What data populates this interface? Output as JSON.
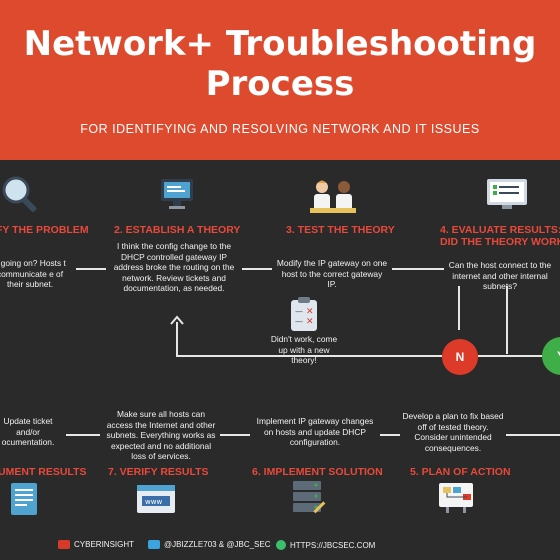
{
  "header": {
    "title_line1": "Network+ Troubleshooting",
    "title_line2": "Process",
    "subtitle": "FOR IDENTIFYING AND RESOLVING NETWORK AND IT ISSUES"
  },
  "steps_top": [
    {
      "title": "FY THE PROBLEM",
      "desc": "s going on? Hosts t communicate e of their subnet."
    },
    {
      "title": "2. ESTABLISH A THEORY",
      "desc": "I think the config change to the DHCP controlled gateway IP address broke the routing on the network. Review tickets and documentation, as needed."
    },
    {
      "title": "3. TEST THE THEORY",
      "desc": "Modify the IP gateway on one host to the correct gateway IP."
    },
    {
      "title_line1": "4. EVALUATE RESULTS:",
      "title_line2": "DID THE THEORY WORK?",
      "desc": "Can the host connect to the internet and other internal subnets?"
    }
  ],
  "steps_bottom": [
    {
      "title": "UMENT RESULTS",
      "desc": "Update ticket and/or ocumentation."
    },
    {
      "title": "7. VERIFY RESULTS",
      "desc": "Make sure all hosts can access the Internet and other subnets. Everything works as expected and no additional loss of services."
    },
    {
      "title": "6. IMPLEMENT SOLUTION",
      "desc": "Implement IP gateway changes on hosts and update DHCP configuration."
    },
    {
      "title": "5. PLAN OF ACTION",
      "desc": "Develop a plan to fix based off of tested theory. Consider unintended consequences."
    }
  ],
  "decision": {
    "no_label": "N",
    "yes_label": "Y",
    "no_note": "Didn't work, come up with a new theory!"
  },
  "footer": {
    "youtube": "CYBERINSIGHT",
    "twitter": "@JBIZZLE703 & @JBC_SEC",
    "website": "HTTPS://JBCSEC.COM"
  },
  "colors": {
    "header_bg": "#de4a2e",
    "body_bg": "#2a2a2a",
    "step_title": "#e8493a",
    "no_circle": "#de3a2a",
    "yes_circle": "#3fae49"
  },
  "icons": {
    "step1": "magnifier-icon",
    "step2": "monitor-icon",
    "step3": "scientists-icon",
    "step4": "checklist-screen-icon",
    "new_theory": "clipboard-icon",
    "step8": "document-icon",
    "step7": "browser-window-icon",
    "step6": "server-rack-icon",
    "step5": "plan-board-icon"
  }
}
